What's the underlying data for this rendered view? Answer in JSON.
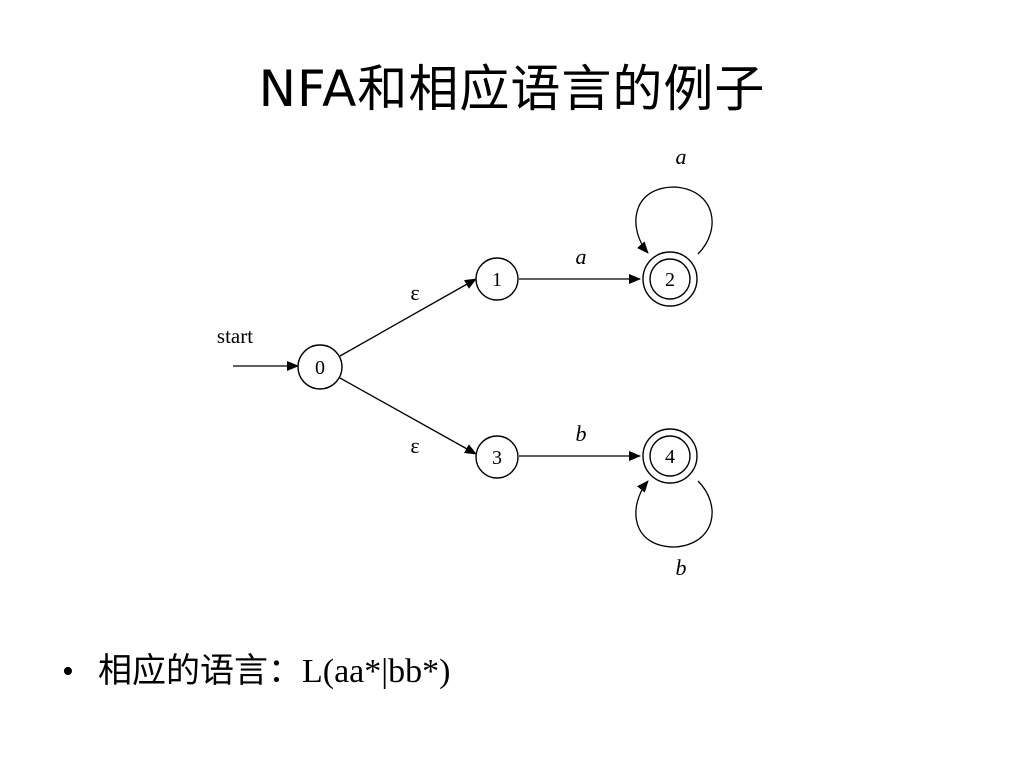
{
  "slide": {
    "title": "NFA和相应语言的例子"
  },
  "diagram": {
    "start_label": "start",
    "states": [
      {
        "id": "0",
        "label": "0",
        "accepting": false
      },
      {
        "id": "1",
        "label": "1",
        "accepting": false
      },
      {
        "id": "2",
        "label": "2",
        "accepting": true
      },
      {
        "id": "3",
        "label": "3",
        "accepting": false
      },
      {
        "id": "4",
        "label": "4",
        "accepting": true
      }
    ],
    "transitions": [
      {
        "from": "0",
        "to": "1",
        "label": "ε"
      },
      {
        "from": "0",
        "to": "3",
        "label": "ε"
      },
      {
        "from": "1",
        "to": "2",
        "label": "a"
      },
      {
        "from": "3",
        "to": "4",
        "label": "b"
      },
      {
        "from": "2",
        "to": "2",
        "label": "a"
      },
      {
        "from": "4",
        "to": "4",
        "label": "b"
      }
    ]
  },
  "bullet": {
    "marker": "•",
    "text": "相应的语言：L(aa*|bb*)"
  }
}
